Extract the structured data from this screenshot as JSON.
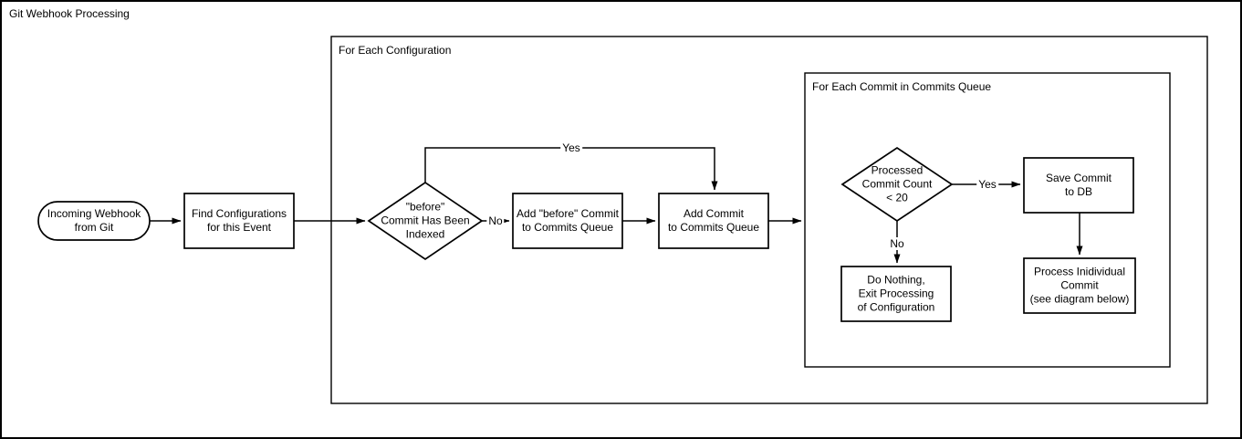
{
  "title": "Git Webhook Processing",
  "containers": {
    "for_each_configuration": {
      "label": "For Each Configuration"
    },
    "for_each_commit": {
      "label": "For Each Commit in Commits Queue"
    }
  },
  "nodes": {
    "incoming_webhook": {
      "shape": "stadium",
      "label": "Incoming Webhook\nfrom Git"
    },
    "find_configurations": {
      "shape": "process",
      "label": "Find Configurations\nfor this Event"
    },
    "before_commit_indexed": {
      "shape": "decision",
      "label": "\"before\"\nCommit Has Been\nIndexed"
    },
    "add_before_commit": {
      "shape": "process",
      "label": "Add \"before\" Commit\nto Commits Queue"
    },
    "add_commit": {
      "shape": "process",
      "label": "Add Commit\nto Commits Queue"
    },
    "processed_commit_count": {
      "shape": "decision",
      "label": "Processed\nCommit Count\n< 20"
    },
    "save_commit_to_db": {
      "shape": "process",
      "label": "Save Commit\nto DB"
    },
    "do_nothing": {
      "shape": "process",
      "label": "Do Nothing,\nExit Processing\nof Configuration"
    },
    "process_individual_commit": {
      "shape": "process",
      "label": "Process Inidividual\nCommit\n(see diagram below)"
    }
  },
  "edge_labels": {
    "before_indexed_yes": {
      "label": "Yes"
    },
    "before_indexed_no": {
      "label": "No"
    },
    "count_yes": {
      "label": "Yes"
    },
    "count_no": {
      "label": "No"
    }
  },
  "colors": {
    "stroke": "#000000",
    "fill": "#ffffff",
    "text": "#000000",
    "canvas_background": "#ffffff"
  }
}
